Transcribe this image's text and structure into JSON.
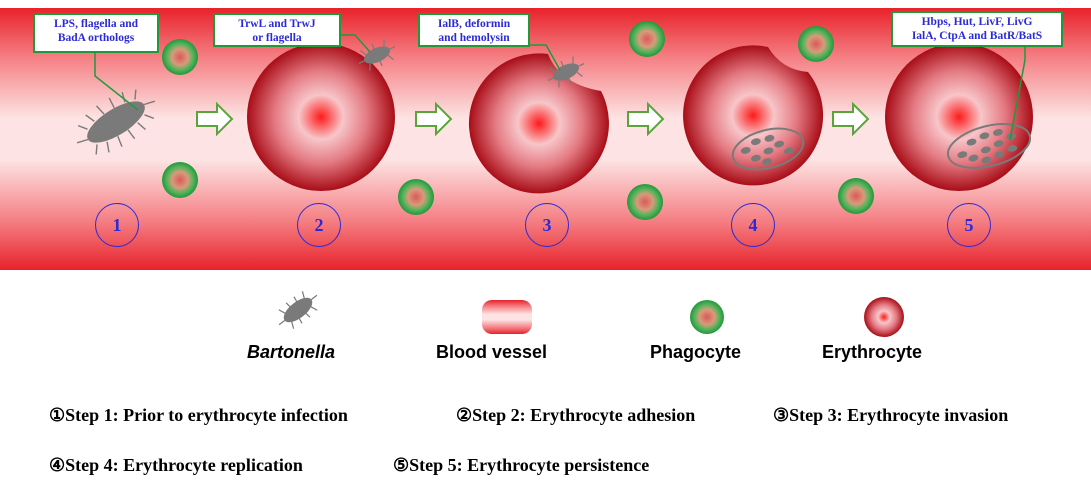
{
  "labels": {
    "step1": [
      "LPS,  flagella and",
      "BadA orthologs"
    ],
    "step2": [
      "TrwL and TrwJ",
      "or flagella"
    ],
    "step3": [
      "IalB, deformin",
      "and hemolysin"
    ],
    "step5": [
      "Hbps, Hut, LivF, LivG",
      "IalA, CtpA and BatR/BatS"
    ]
  },
  "step_numbers": [
    "1",
    "2",
    "3",
    "4",
    "5"
  ],
  "legend": {
    "bartonella": "Bartonella",
    "blood_vessel": "Blood vessel",
    "phagocyte": "Phagocyte",
    "erythrocyte": "Erythrocyte"
  },
  "captions": {
    "c1": "①Step 1: Prior to erythrocyte infection",
    "c2": "②Step 2: Erythrocyte adhesion",
    "c3": "③Step 3: Erythrocyte invasion",
    "c4": "④Step 4: Erythrocyte replication",
    "c5": "⑤Step 5: Erythrocyte  persistence"
  },
  "colors": {
    "vessel_outer": "#e8222b",
    "vessel_inner": "#fde3e3",
    "erythrocyte_edge": "#a80d17",
    "erythrocyte_mid": "#f7c6c9",
    "erythrocyte_center": "#ff1a1a",
    "phagocyte_ring": "#1f9a3b",
    "phagocyte_center": "#d95a5a",
    "bacterium": "#7a7a7a",
    "arrow": "#5aa53a",
    "label_border": "#1f9a3b",
    "label_text": "#2a2ad6"
  }
}
